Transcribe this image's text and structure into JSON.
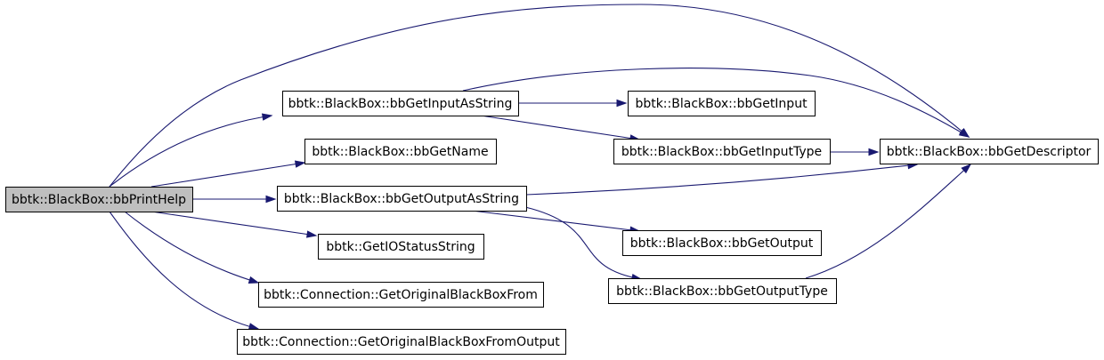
{
  "graph": {
    "edge_color": "#191970",
    "root_fill": "#bfbfbf",
    "node_fill": "#ffffff",
    "nodes": [
      {
        "id": "printhelp",
        "label": "bbtk::BlackBox::bbPrintHelp",
        "root": true
      },
      {
        "id": "getinputasstring",
        "label": "bbtk::BlackBox::bbGetInputAsString"
      },
      {
        "id": "getname",
        "label": "bbtk::BlackBox::bbGetName"
      },
      {
        "id": "getoutputasstring",
        "label": "bbtk::BlackBox::bbGetOutputAsString"
      },
      {
        "id": "getiostatusstring",
        "label": "bbtk::GetIOStatusString"
      },
      {
        "id": "getoriginalblackboxfrom",
        "label": "bbtk::Connection::GetOriginalBlackBoxFrom"
      },
      {
        "id": "getoriginalblackboxfromoutput",
        "label": "bbtk::Connection::GetOriginalBlackBoxFromOutput"
      },
      {
        "id": "getinput",
        "label": "bbtk::BlackBox::bbGetInput"
      },
      {
        "id": "getinputtype",
        "label": "bbtk::BlackBox::bbGetInputType"
      },
      {
        "id": "getoutput",
        "label": "bbtk::BlackBox::bbGetOutput"
      },
      {
        "id": "getoutputtype",
        "label": "bbtk::BlackBox::bbGetOutputType"
      },
      {
        "id": "getdescriptor",
        "label": "bbtk::BlackBox::bbGetDescriptor"
      }
    ],
    "edges": [
      {
        "from": "printhelp",
        "to": "getdescriptor"
      },
      {
        "from": "printhelp",
        "to": "getinputasstring"
      },
      {
        "from": "printhelp",
        "to": "getname"
      },
      {
        "from": "printhelp",
        "to": "getoutputasstring"
      },
      {
        "from": "printhelp",
        "to": "getiostatusstring"
      },
      {
        "from": "printhelp",
        "to": "getoriginalblackboxfrom"
      },
      {
        "from": "printhelp",
        "to": "getoriginalblackboxfromoutput"
      },
      {
        "from": "getinputasstring",
        "to": "getdescriptor"
      },
      {
        "from": "getinputasstring",
        "to": "getinput"
      },
      {
        "from": "getinputasstring",
        "to": "getinputtype"
      },
      {
        "from": "getinputtype",
        "to": "getdescriptor"
      },
      {
        "from": "getoutputasstring",
        "to": "getdescriptor"
      },
      {
        "from": "getoutputasstring",
        "to": "getoutput"
      },
      {
        "from": "getoutputasstring",
        "to": "getoutputtype"
      },
      {
        "from": "getoutputtype",
        "to": "getdescriptor"
      }
    ]
  }
}
